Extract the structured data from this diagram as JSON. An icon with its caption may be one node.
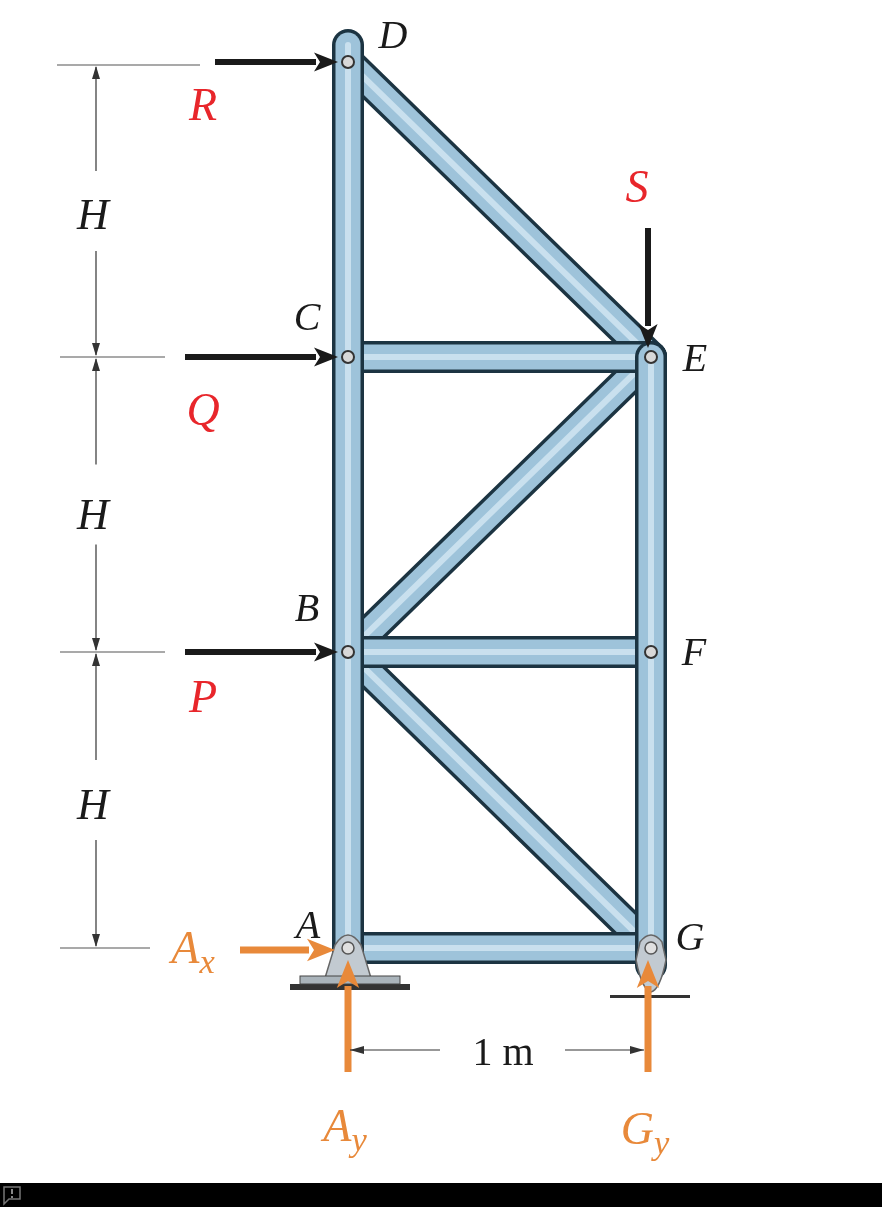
{
  "diagram": {
    "labels": [
      "D",
      "R",
      "S",
      "H",
      "C",
      "E",
      "Q",
      "H",
      "B",
      "F",
      "P",
      "H",
      "A",
      "A$_{x}$",
      "G",
      "1 m",
      "A$_{y}$",
      "G$_{y}$"
    ]
  }
}
